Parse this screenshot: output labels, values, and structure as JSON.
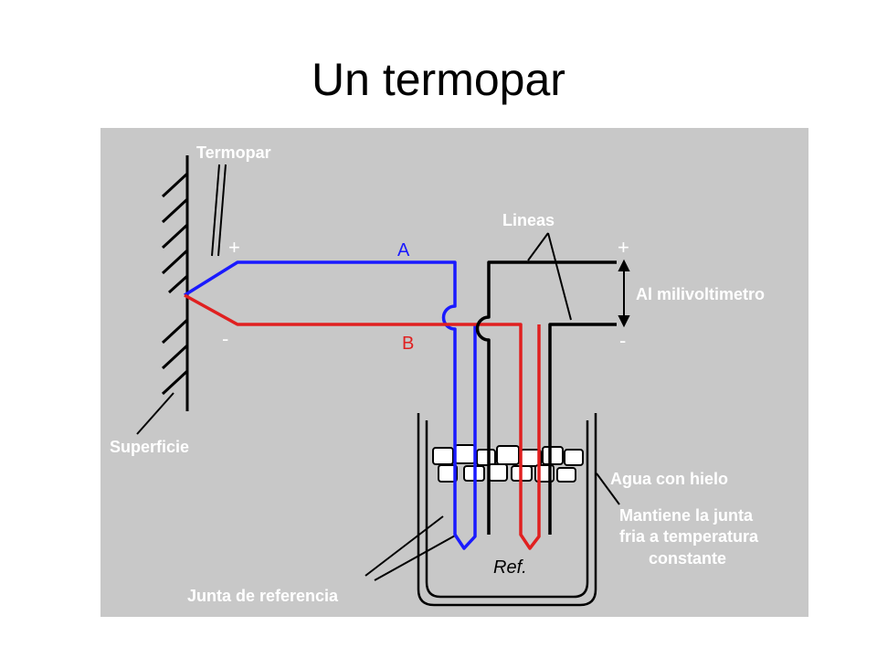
{
  "slide": {
    "title": "Un termopar"
  },
  "diagram": {
    "labels": {
      "termopar": "Termopar",
      "lineas": "Lineas",
      "wire_a": "A",
      "wire_b": "B",
      "plus_left": "+",
      "minus_left": "-",
      "plus_right": "+",
      "minus_right": "-",
      "milivoltimetro": "Al milivoltimetro",
      "superficie": "Superficie",
      "agua": "Agua con hielo",
      "mantiene_1": "Mantiene la junta",
      "mantiene_2": "fria a temperatura",
      "mantiene_3": "constante",
      "ref": "Ref.",
      "junta": "Junta de referencia"
    },
    "colors": {
      "wire_a": "#1a1aff",
      "wire_b": "#e02020",
      "background": "#c8c8c8",
      "lines": "#000000"
    }
  }
}
